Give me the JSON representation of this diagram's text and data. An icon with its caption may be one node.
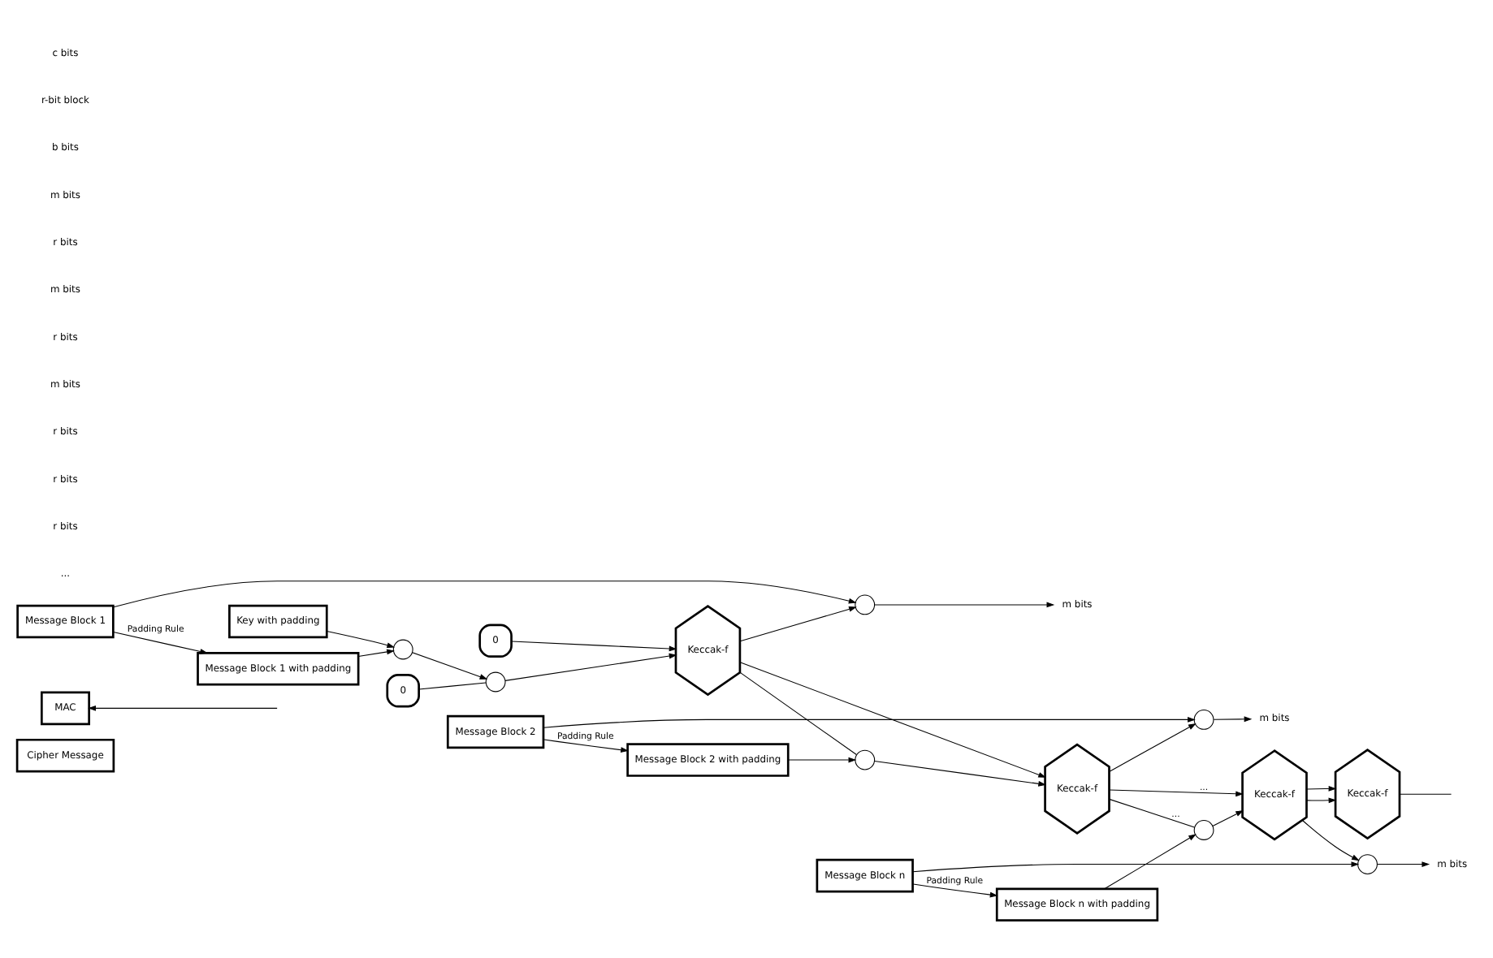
{
  "diagram": {
    "nodes": [
      {
        "text": [
          "Cipher Message"
        ]
      },
      {
        "text": [
          "MAC"
        ]
      },
      {
        "text": [
          "m bits"
        ]
      },
      {
        "text": [
          "m bits"
        ]
      },
      {
        "text": [
          "m bits"
        ]
      },
      {
        "text": [
          "Key with padding"
        ]
      },
      {
        "text": [],
        "shape": "circle"
      },
      {
        "text": [
          "Message Block 1 with padding"
        ]
      },
      {
        "text": [
          "Message Block 1"
        ]
      },
      {
        "text": [],
        "shape": "circle"
      },
      {
        "text": [
          "Message Block 2 with padding"
        ]
      },
      {
        "text": [
          "Message Block 2"
        ]
      },
      {
        "text": [],
        "shape": "circle"
      },
      {
        "text": [
          "Message Block n with padding"
        ]
      },
      {
        "text": [
          "Message Block n"
        ]
      },
      {
        "text": [],
        "shape": "circle"
      },
      {
        "text": [
          "0"
        ]
      },
      {
        "text": [
          "0"
        ]
      },
      {
        "text": [],
        "shape": "circle"
      },
      {
        "text": [
          "Keccak-f"
        ]
      },
      {
        "text": [],
        "shape": "circle"
      },
      {
        "text": [
          "Keccak-f"
        ]
      },
      {
        "text": [],
        "shape": "circle"
      },
      {
        "text": [
          "Keccak-f"
        ]
      },
      {
        "text": [
          "Keccak-f"
        ]
      }
    ],
    "edges": [
      {
        "from": 5,
        "to": 6,
        "arrow": "to"
      },
      {
        "from": 7,
        "to": 6,
        "arrow": "to"
      },
      {
        "from": 8,
        "to": 7,
        "arrow": "to",
        "label": "Padding Rule"
      },
      {
        "from": 8,
        "to": 9,
        "arrow": "to"
      },
      {
        "from": 9,
        "to": 2,
        "arrow": "to"
      },
      {
        "from": 11,
        "to": 10,
        "arrow": "to",
        "label": "Padding Rule"
      },
      {
        "from": 11,
        "to": 12,
        "arrow": "to"
      },
      {
        "from": 12,
        "to": 3,
        "arrow": "to"
      },
      {
        "from": 14,
        "to": 13,
        "arrow": "to",
        "label": "Padding Rule"
      },
      {
        "from": 14,
        "to": 15,
        "arrow": "to"
      },
      {
        "from": 15,
        "to": 4,
        "arrow": "to"
      },
      {
        "from": 6,
        "to": 18,
        "arrow": "to"
      },
      {
        "from": 16,
        "to": 18,
        "arrow": "none"
      },
      {
        "from": 18,
        "to": 19,
        "arrow": "to"
      },
      {
        "from": 17,
        "to": 19,
        "arrow": "to"
      },
      {
        "from": 19,
        "to": 9,
        "arrow": "to"
      },
      {
        "from": 19,
        "to": 20,
        "arrow": "none"
      },
      {
        "from": 10,
        "to": 20,
        "arrow": "to"
      },
      {
        "from": 20,
        "to": 21,
        "arrow": "to"
      },
      {
        "from": 19,
        "to": 21,
        "arrow": "to"
      },
      {
        "from": 21,
        "to": 12,
        "arrow": "to"
      },
      {
        "from": 21,
        "to": 22,
        "arrow": "none",
        "label": "..."
      },
      {
        "from": 13,
        "to": 22,
        "arrow": "to"
      },
      {
        "from": 22,
        "to": 23,
        "arrow": "to"
      },
      {
        "from": 21,
        "to": 23,
        "arrow": "to",
        "label": "..."
      },
      {
        "from": 23,
        "to": 15,
        "arrow": "to"
      },
      {
        "from": 23,
        "to": 24,
        "arrow": "to"
      },
      {
        "from": 23,
        "to": 24,
        "arrow": "to"
      },
      {
        "from": 24,
        "to": null,
        "arrow": "none"
      },
      {
        "from": null,
        "to": 1,
        "arrow": "to"
      }
    ],
    "labels": [
      "...",
      "r bits",
      "r bits",
      "r bits",
      "m bits",
      "r bits",
      "m bits",
      "r bits",
      "m bits",
      "b bits",
      "r-bit block",
      "c bits"
    ]
  }
}
